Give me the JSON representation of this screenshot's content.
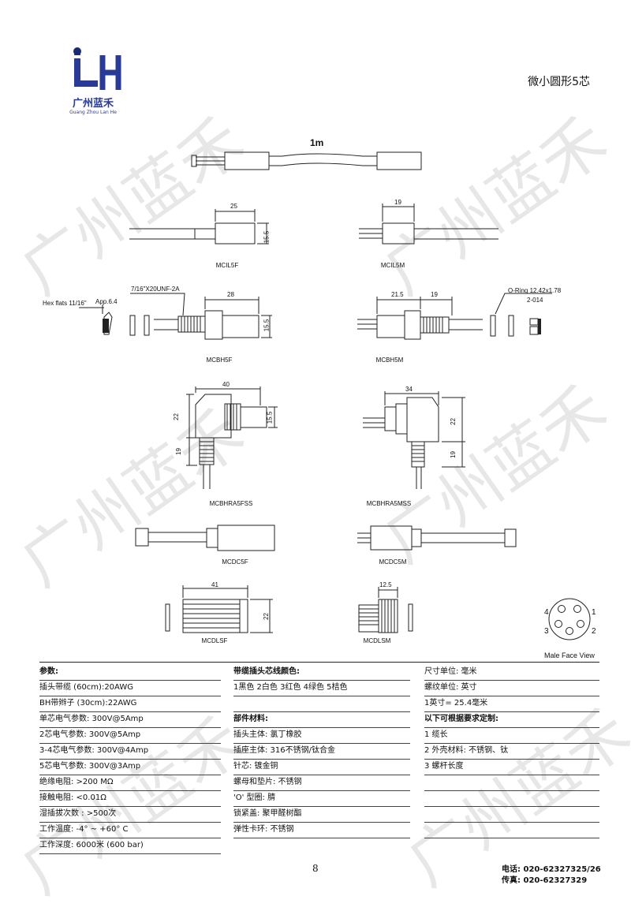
{
  "header": {
    "brand_name": "广州蓝禾",
    "brand_sub": "Guang Zhou Lan He",
    "page_title": "微小圆形5芯"
  },
  "watermark": "广州蓝禾",
  "drawings": {
    "cable_length": "1m",
    "mcil5f": {
      "name": "MCIL5F",
      "dim_len": "25",
      "dim_h": "15.5"
    },
    "mcil5m": {
      "name": "MCIL5M",
      "dim_len": "19"
    },
    "mcbh5f": {
      "name": "MCBH5F",
      "hex_label": "Hex flats 11/16\"",
      "app_label": "App.6.4",
      "thread_label": "7/16\"X20UNF-2A",
      "dim_len": "28",
      "dim_h": "15.5"
    },
    "mcbh5m": {
      "name": "MCBH5M",
      "dim_a": "21.5",
      "dim_b": "19",
      "oring_label": "O-Ring 12.42x1.78",
      "oring_code": "2-014"
    },
    "mcbhra5fss": {
      "name": "MCBHRA5FSS",
      "dim_w": "40",
      "dim_h1": "22",
      "dim_h2": "15.5",
      "dim_v": "19"
    },
    "mcbhra5mss": {
      "name": "MCBHRA5MSS",
      "dim_w": "34",
      "dim_h1": "22",
      "dim_v": "19"
    },
    "mcdc5f": {
      "name": "MCDC5F"
    },
    "mcdc5m": {
      "name": "MCDC5M"
    },
    "mcdlsf": {
      "name": "MCDLSF",
      "dim_w": "41",
      "dim_h": "22"
    },
    "mcdlsm": {
      "name": "MCDLSM",
      "dim_w": "12.5"
    },
    "face": {
      "caption": "Male Face View",
      "pins": [
        "4",
        "1",
        "3",
        "2"
      ]
    }
  },
  "specs": {
    "col1": {
      "heading": "参数:",
      "rows": [
        "插头带缆 (60cm):20AWG",
        "BH带辫子 (30cm):22AWG",
        "单芯电气参数: 300V@5Amp",
        "2芯电气参数: 300V@5Amp",
        "3-4芯电气参数: 300V@4Amp",
        "5芯电气参数: 300V@3Amp",
        "绝缘电阻: >200 MΩ",
        "接触电阻: <0.01Ω",
        "湿插拔次数 : >500次",
        "工作温度: -4° ~ +60° C",
        "工作深度: 6000米 (600 bar)"
      ]
    },
    "col2": {
      "heading": "带缆插头芯线颜色:",
      "rows": [
        "1黑色 2白色 3红色 4绿色 5桔色",
        "",
        "部件材料:",
        "插头主体: 氯丁橡胶",
        "插座主体: 316不锈钢/钛合金",
        "针芯: 镀金铜",
        "螺母和垫片: 不锈钢",
        "'O' 型圈: 腈",
        "锁紧盖: 聚甲醛树酯",
        "弹性卡环: 不锈钢",
        ""
      ]
    },
    "col3": {
      "heading": "尺寸单位: 毫米",
      "rows": [
        "螺纹单位: 英寸",
        "1英寸= 25.4毫米",
        "以下可根据要求定制:",
        "1 缆长",
        "2 外壳材料: 不锈钢、钛",
        "3 螺杆长度",
        "",
        "",
        "",
        "",
        ""
      ]
    }
  },
  "footer": {
    "page_number": "8",
    "phone": "电话: 020-62327325/26",
    "fax": "传真: 020-62327329"
  }
}
